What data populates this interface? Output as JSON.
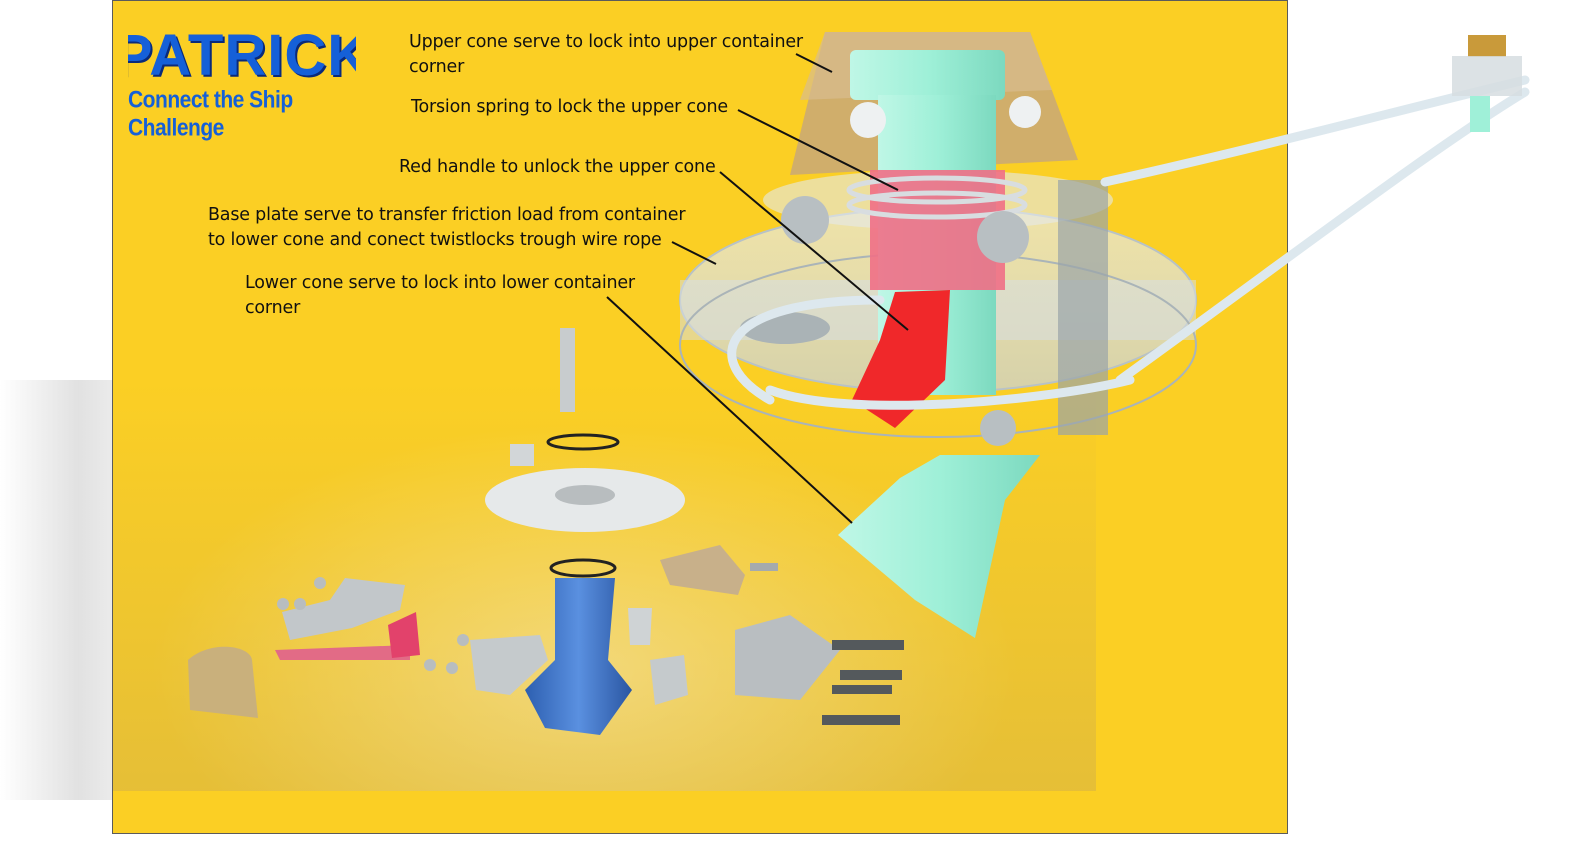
{
  "brand": {
    "name": "PATRICK",
    "tagline": "Connect the Ship Challenge"
  },
  "annotations": [
    {
      "id": "upper-cone",
      "line1": "Upper cone serve to lock into upper container",
      "line2": "corner"
    },
    {
      "id": "torsion-spring",
      "line1": "Torsion spring to lock the upper cone",
      "line2": ""
    },
    {
      "id": "red-handle",
      "line1": "Red handle to unlock the upper cone",
      "line2": ""
    },
    {
      "id": "base-plate",
      "line1": "Base plate serve to transfer friction load from container",
      "line2": "to lower cone and conect twistlocks trough wire rope"
    },
    {
      "id": "lower-cone",
      "line1": "Lower cone serve to lock into lower container",
      "line2": "corner"
    }
  ],
  "colors": {
    "background": "#fbcf24",
    "logo_blue": "#1560d8",
    "handle_red": "#f0282a",
    "cone_mint": "#9ff0d8",
    "wire": "#dde8ee"
  }
}
